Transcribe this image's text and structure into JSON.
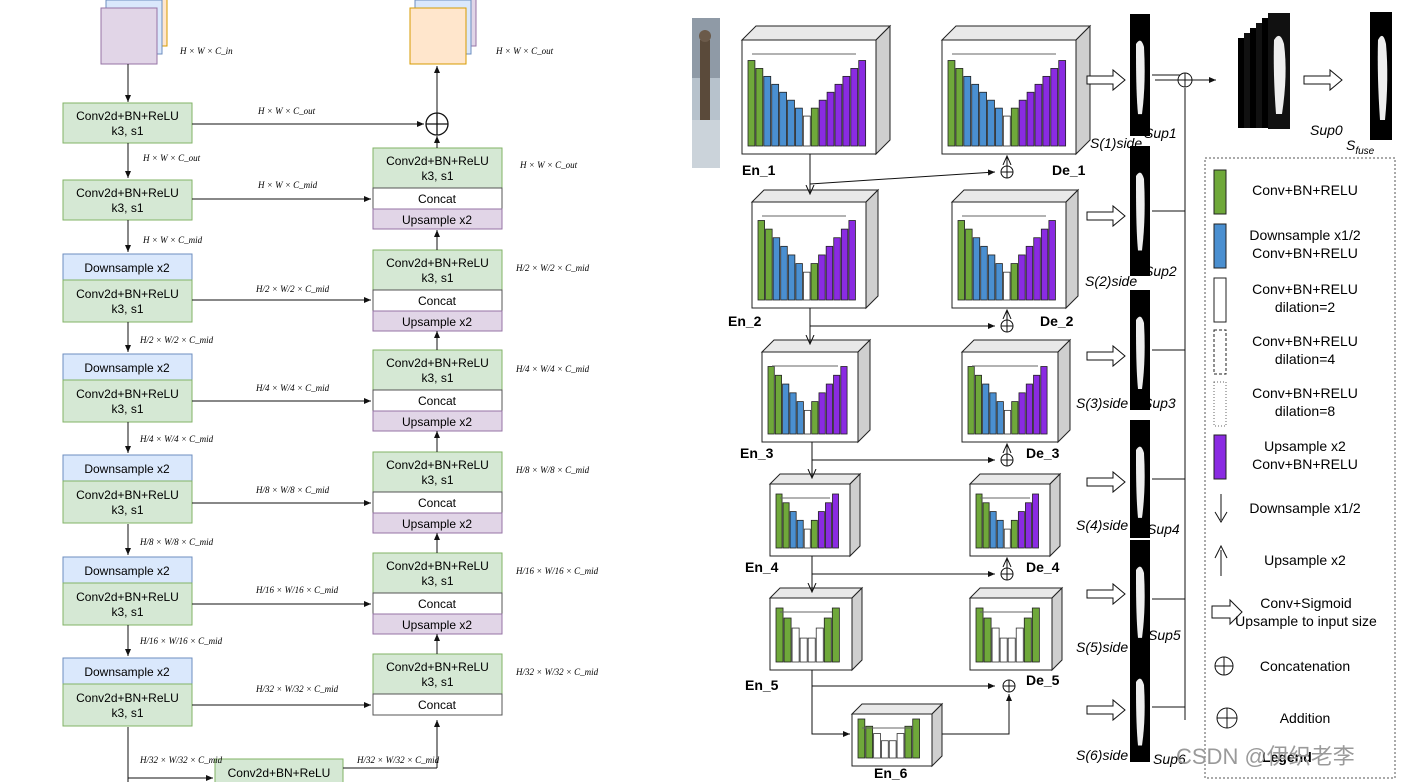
{
  "left": {
    "input_dim": "H × W × C_in",
    "output_dim": "H × W × C_out",
    "enc_in": {
      "line1": "Conv2d+BN+ReLU",
      "line2": "k3, s1"
    },
    "enc_first": {
      "line1": "Conv2d+BN+ReLU",
      "line2": "k3, s1"
    },
    "downsample": "Downsample x2",
    "enc_block": {
      "line1": "Conv2d+BN+ReLU",
      "line2": "k3, s1"
    },
    "dec_block": {
      "line1": "Conv2d+BN+ReLU",
      "line2": "k3, s1"
    },
    "concat": "Concat",
    "upsample": "Upsample x2",
    "bottom_block": "Conv2d+BN+ReLU",
    "dims": {
      "out_top": "H × W × C_out",
      "out_below": "H × W × C_out",
      "mid_skip1": "H × W × C_mid",
      "mid_down1": "H × W × C_mid",
      "dec_top_right": "H × W × C_out",
      "skip2": "H/2 × W/2 × C_mid",
      "skip3": "H/4 × W/4 × C_mid",
      "skip4": "H/8 × W/8 × C_mid",
      "skip5": "H/16 × W/16 × C_mid",
      "skip6": "H/32 × W/32 × C_mid",
      "bottom_left": "H/32 × W/32 × C_mid",
      "bottom_right": "H/32 × W/32 × C_mid"
    }
  },
  "right": {
    "encoders": [
      "En_1",
      "En_2",
      "En_3",
      "En_4",
      "En_5",
      "En_6"
    ],
    "decoders": [
      "De_1",
      "De_2",
      "De_3",
      "De_4",
      "De_5"
    ],
    "side_outputs": [
      "Sup1",
      "Sup2",
      "Sup3",
      "Sup4",
      "Sup5",
      "Sup6"
    ],
    "side_labels": [
      "S(1)side",
      "S(2)side",
      "S(3)side",
      "S(4)side",
      "S(5)side",
      "S(6)side"
    ],
    "sup0": "Sup0",
    "sfuse": "Sfuse",
    "legend_title": "Legend",
    "legend": [
      {
        "icon": "green-block-icon",
        "text": "Conv+BN+RELU"
      },
      {
        "icon": "blue-block-icon",
        "text": "Downsample x1/2\nConv+BN+RELU"
      },
      {
        "icon": "white-block-icon",
        "text": "Conv+BN+RELU\ndilation=2"
      },
      {
        "icon": "dashed-block-icon",
        "text": "Conv+BN+RELU\ndilation=4"
      },
      {
        "icon": "dotted-block-icon",
        "text": "Conv+BN+RELU\ndilation=8"
      },
      {
        "icon": "purple-block-icon",
        "text": "Upsample x2\nConv+BN+RELU"
      },
      {
        "icon": "down-arrow-icon",
        "text": "Downsample x1/2"
      },
      {
        "icon": "up-arrow-icon",
        "text": "Upsample x2"
      },
      {
        "icon": "hollow-arrow-icon",
        "text": "Conv+Sigmoid\nUpsample to input size"
      },
      {
        "icon": "concat-icon",
        "text": "Concatenation"
      },
      {
        "icon": "addition-icon",
        "text": "Addition"
      }
    ]
  },
  "watermark": "CSDN @伊织老李",
  "colors": {
    "green_box": "#d5e8d4",
    "green_border": "#82b366",
    "blue_box": "#dae8fc",
    "blue_border": "#6c8ebf",
    "purple_box": "#e1d5e7",
    "purple_border": "#9673a6",
    "orange_box": "#ffe6cc",
    "orange_border": "#d79b00",
    "conv_green": "#6fa83a",
    "down_blue": "#4a8fd0",
    "up_purple": "#8a2be2"
  }
}
